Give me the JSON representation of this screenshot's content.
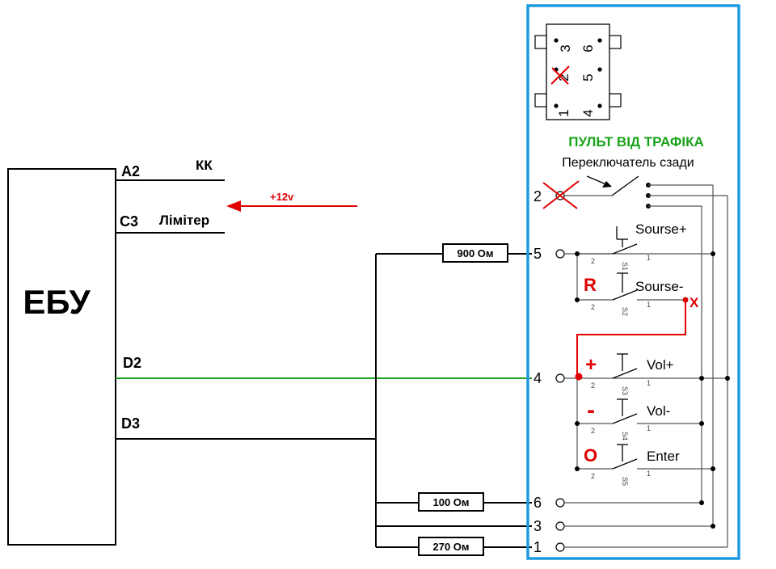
{
  "ecu": {
    "label": "ЕБУ"
  },
  "ecu_pins": {
    "a2": "A2",
    "c3": "C3",
    "d2": "D2",
    "d3": "D3"
  },
  "ecu_lines": {
    "kk": "КК",
    "limiter": "Лімітер"
  },
  "supply": {
    "label": "+12v"
  },
  "remote": {
    "title": "ПУЛЬТ ВІД ТРАФІКА",
    "rear_switch": "Переключатель сзади"
  },
  "connector": {
    "pins": [
      "3",
      "6",
      "2",
      "5",
      "1",
      "4"
    ]
  },
  "resistors": {
    "r900": "900 Ом",
    "r100": "100 Ом",
    "r270": "270 Ом"
  },
  "terminals": [
    "2",
    "5",
    "4",
    "6",
    "3",
    "1"
  ],
  "buttons": {
    "s1": {
      "label": "Sourse+",
      "ref": "S1"
    },
    "s2": {
      "label": "Sourse-",
      "ref": "S2"
    },
    "s3": {
      "label": "Vol+",
      "ref": "S3"
    },
    "s4": {
      "label": "Vol-",
      "ref": "S4"
    },
    "s5": {
      "label": "Enter",
      "ref": "S5"
    }
  },
  "annotations": {
    "r": "R",
    "plus": "+",
    "minus": "-",
    "o": "O",
    "x": "X"
  },
  "switch_pin_numbers": {
    "left": "2",
    "right": "1"
  },
  "colors": {
    "frame": "#1e9be0",
    "wire_green": "#1aa31a",
    "annotation_red": "#e00000",
    "title_green": "#1aa31a"
  }
}
